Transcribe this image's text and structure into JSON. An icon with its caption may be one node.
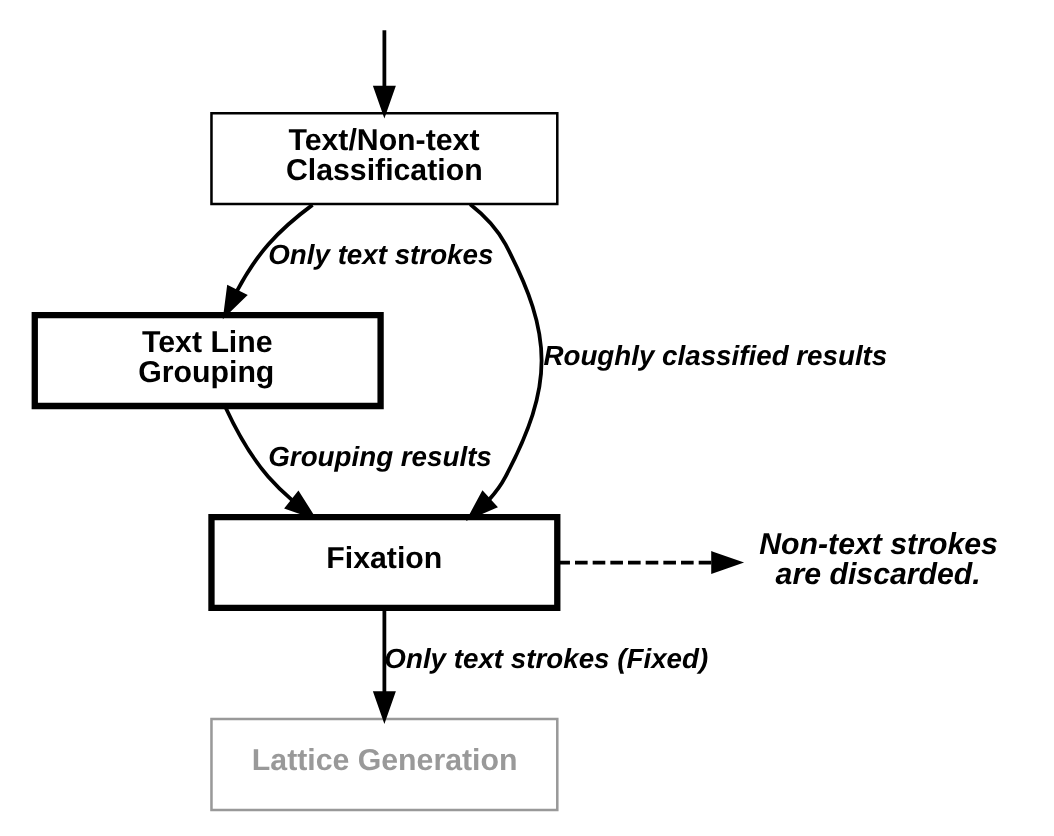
{
  "diagram": {
    "nodes": [
      {
        "text": [
          "Text/Non-text Classification"
        ]
      },
      {
        "text": [
          "Text Line Grouping"
        ]
      },
      {
        "text": [
          "Fixation"
        ]
      },
      {
        "text": [
          "Lattice Generation"
        ]
      },
      {
        "text": [
          "Non-text strokes are discarded."
        ]
      }
    ],
    "edges": [
      {
        "from": null,
        "to": 0,
        "arrow": "to"
      },
      {
        "from": 0,
        "to": 1,
        "arrow": "to",
        "label": "Only text strokes"
      },
      {
        "from": 0,
        "to": 2,
        "arrow": "to",
        "label": "Roughly classified results"
      },
      {
        "from": 1,
        "to": 2,
        "arrow": "to",
        "label": "Grouping results"
      },
      {
        "from": 2,
        "to": 4,
        "arrow": "to",
        "style": "dashed"
      },
      {
        "from": 2,
        "to": 3,
        "arrow": "to",
        "label": "Only text strokes (Fixed)"
      }
    ]
  }
}
